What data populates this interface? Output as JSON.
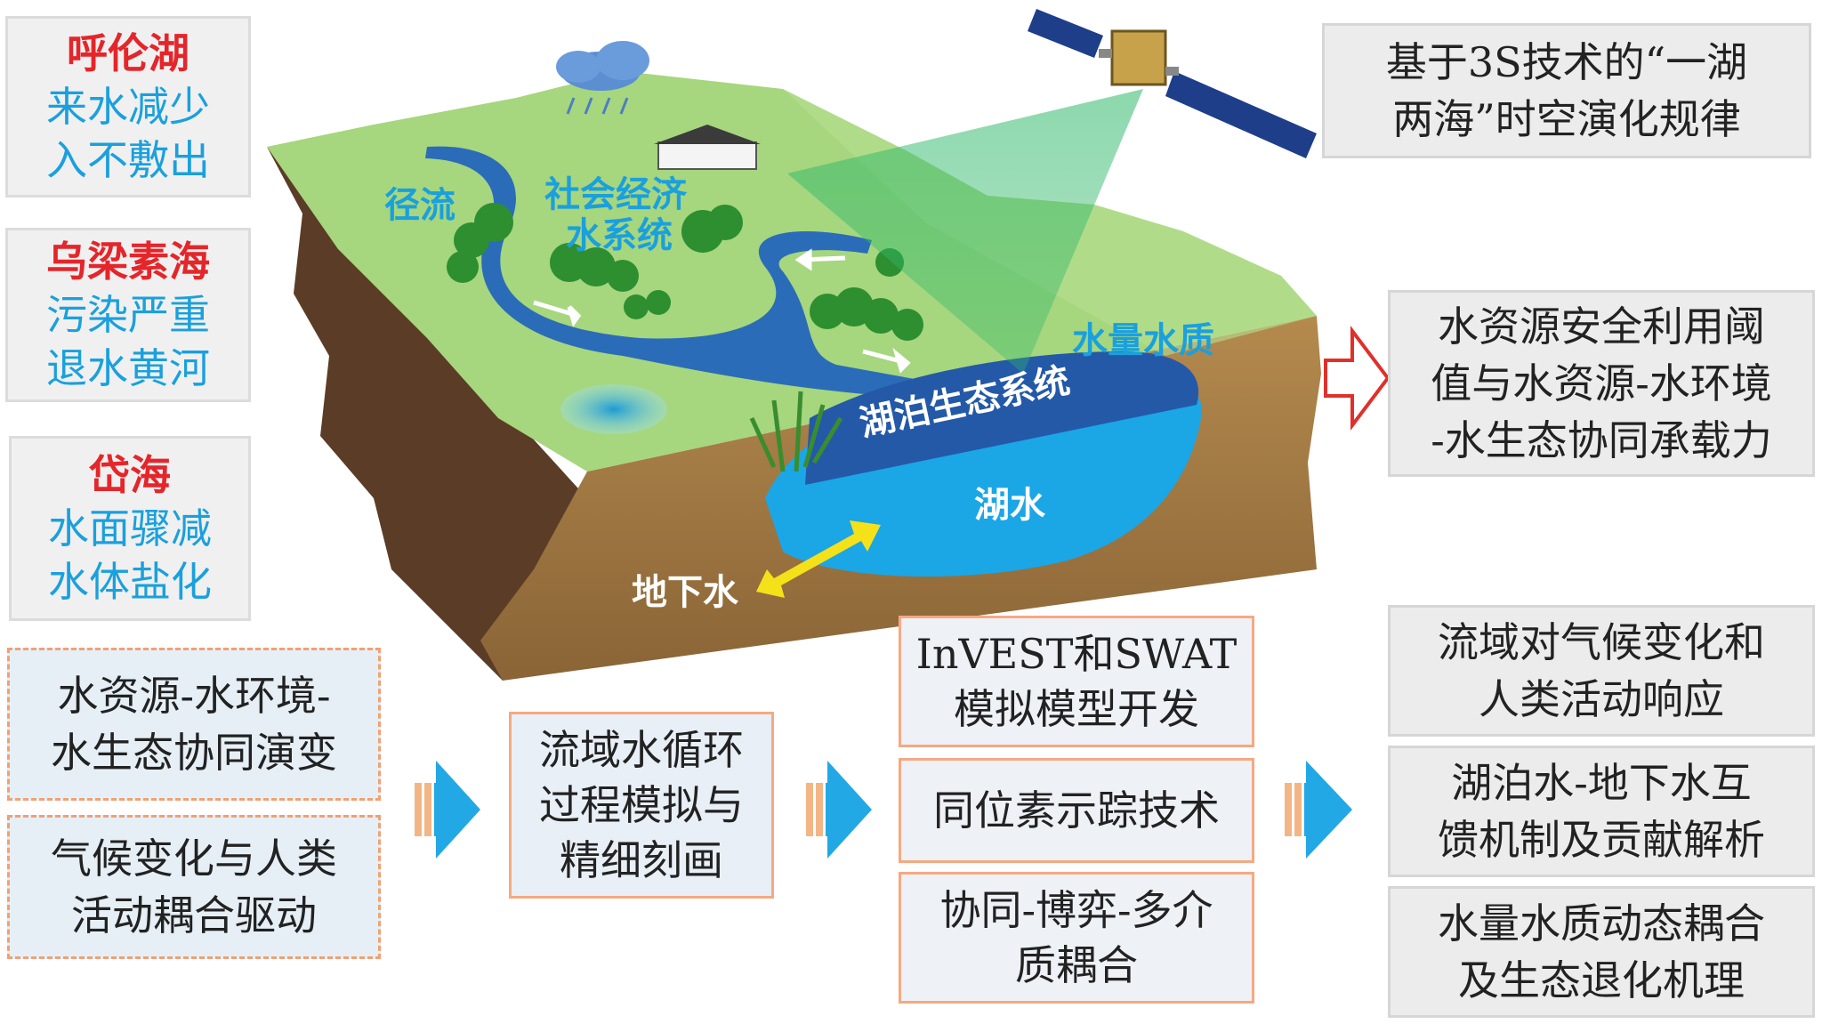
{
  "lakes": [
    {
      "name": "呼伦湖",
      "lines": [
        "来水减少",
        "入不敷出"
      ]
    },
    {
      "name": "乌梁素海",
      "lines": [
        "污染严重",
        "退水黄河"
      ]
    },
    {
      "name": "岱海",
      "lines": [
        "水面骤减",
        "水体盐化"
      ]
    }
  ],
  "top_right": [
    "基于3S技术的“一湖",
    "两海”时空演化规律"
  ],
  "right_mid": [
    "水资源安全利用阈",
    "值与水资源-水环境",
    "-水生态协同承载力"
  ],
  "left_bottom": [
    [
      "水资源-水环境-",
      "水生态协同演变"
    ],
    [
      "气候变化与人类",
      "活动耦合驱动"
    ]
  ],
  "center": [
    "流域水循环",
    "过程模拟与",
    "精细刻画"
  ],
  "methods": [
    [
      "InVEST和SWAT",
      "模拟模型开发"
    ],
    [
      "同位素示踪技术"
    ],
    [
      "协同-博弈-多介",
      "质耦合"
    ]
  ],
  "outcomes": [
    [
      "流域对气候变化和",
      "人类活动响应"
    ],
    [
      "湖泊水-地下水互",
      "馈机制及贡献解析"
    ],
    [
      "水量水质动态耦合",
      "及生态退化机理"
    ]
  ],
  "scene_labels": {
    "runoff": "径流",
    "social": [
      "社会经济",
      "水系统"
    ],
    "quantity_quality": "水量水质",
    "ecosystem": "湖泊生态系统",
    "lake_water": "湖水",
    "groundwater": "地下水"
  },
  "colors": {
    "red": "#e4262b",
    "blue": "#1aa0dd",
    "arrow": "#22a8e4"
  }
}
